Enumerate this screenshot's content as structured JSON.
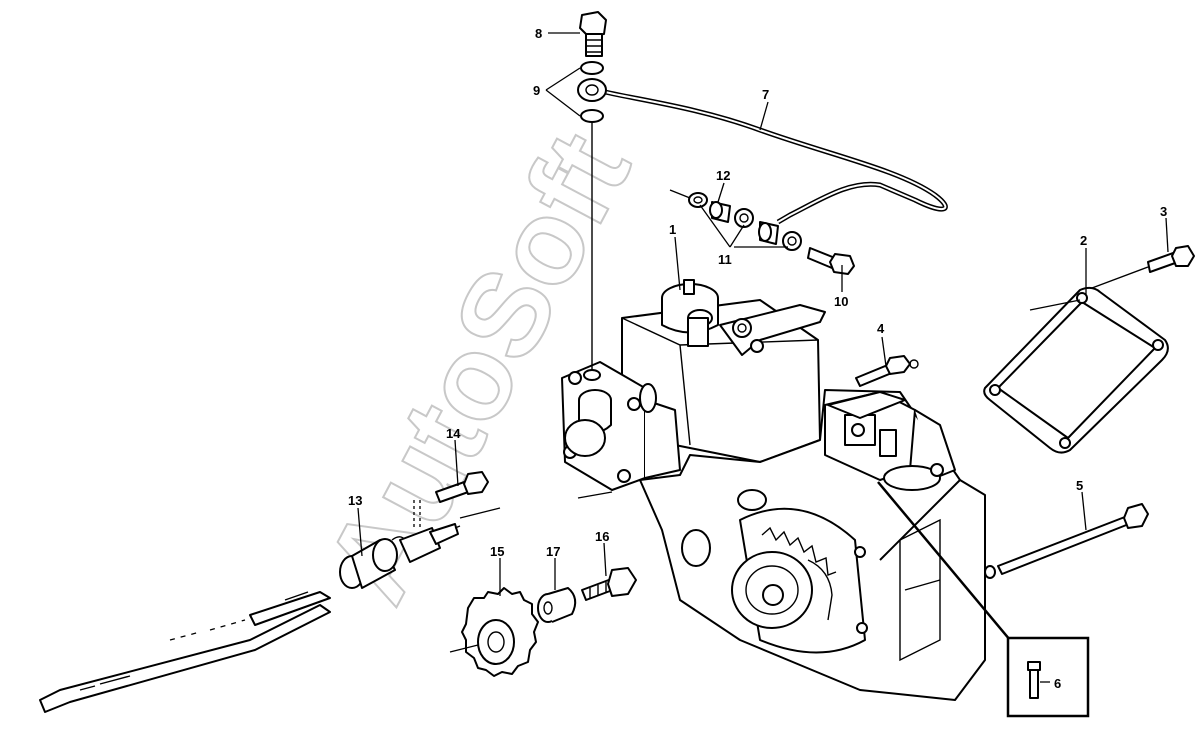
{
  "watermark": "AutoSoft",
  "callouts": [
    {
      "id": "1",
      "label": "1"
    },
    {
      "id": "2",
      "label": "2"
    },
    {
      "id": "3",
      "label": "3"
    },
    {
      "id": "4",
      "label": "4"
    },
    {
      "id": "5",
      "label": "5"
    },
    {
      "id": "6",
      "label": "6"
    },
    {
      "id": "7",
      "label": "7"
    },
    {
      "id": "8",
      "label": "8"
    },
    {
      "id": "9",
      "label": "9"
    },
    {
      "id": "10",
      "label": "10"
    },
    {
      "id": "11",
      "label": "11"
    },
    {
      "id": "12",
      "label": "12"
    },
    {
      "id": "13",
      "label": "13"
    },
    {
      "id": "14",
      "label": "14"
    },
    {
      "id": "15",
      "label": "15"
    },
    {
      "id": "16",
      "label": "16"
    },
    {
      "id": "17",
      "label": "17"
    }
  ],
  "colors": {
    "line": "#000000",
    "watermark": "#c8c8c8",
    "background": "#ffffff"
  }
}
